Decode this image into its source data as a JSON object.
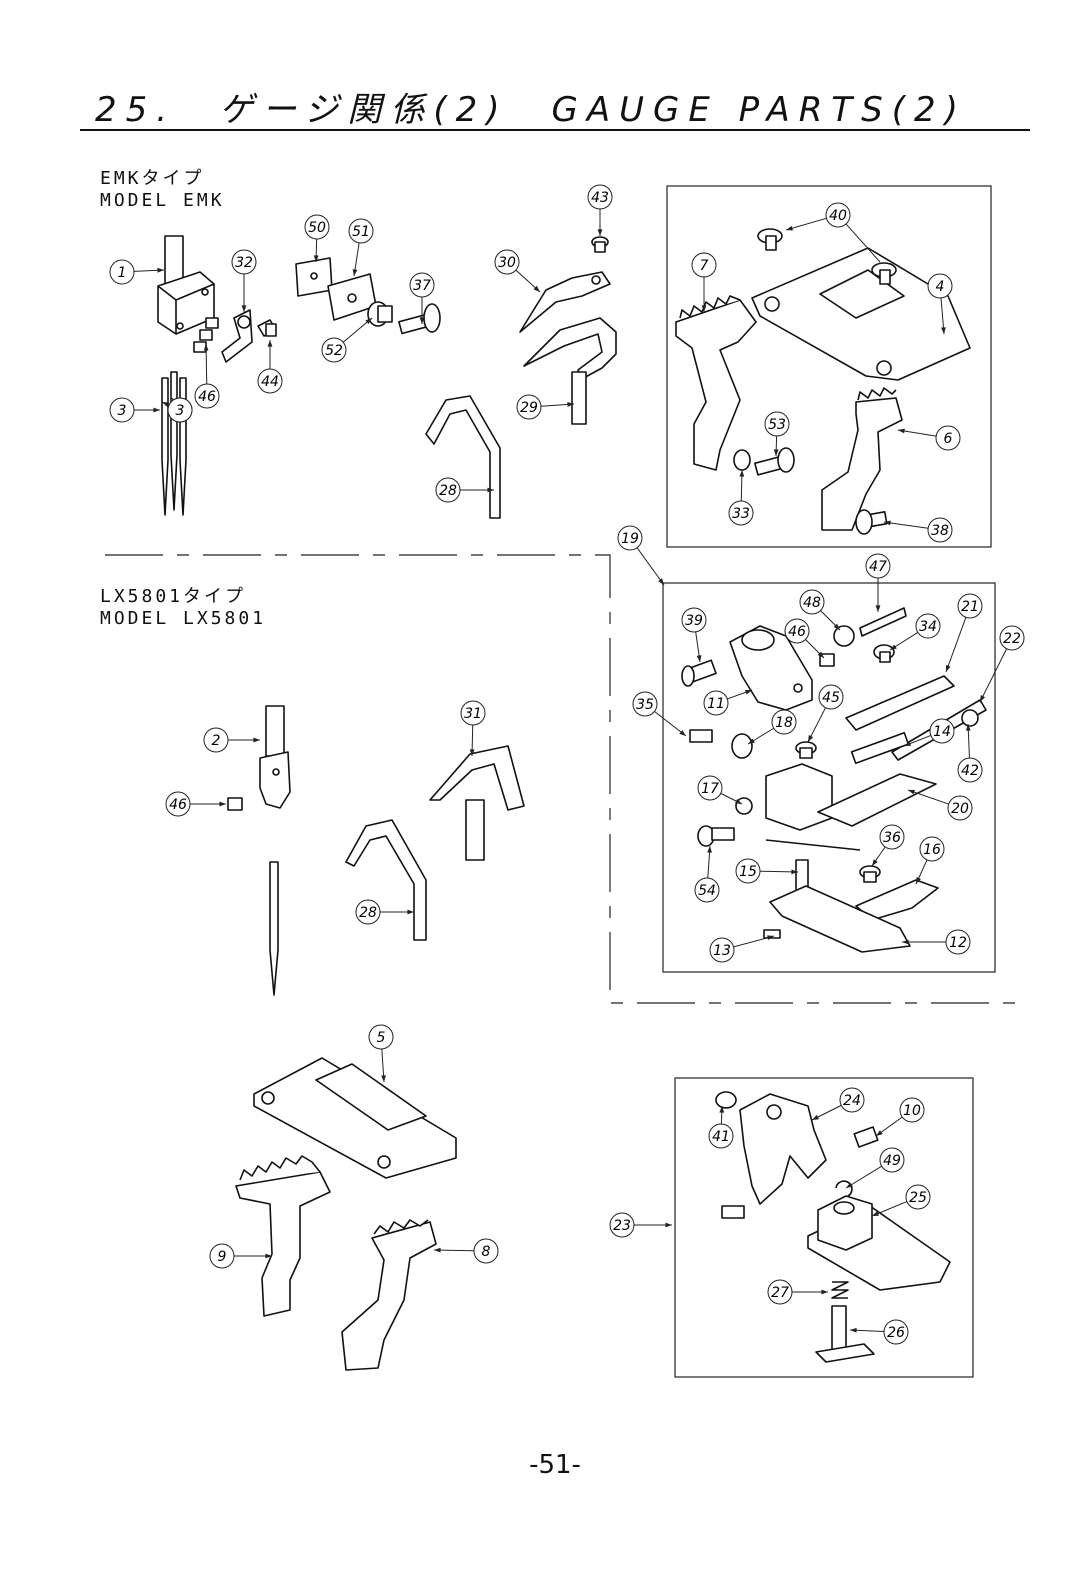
{
  "page": {
    "title": "25.　ゲージ関係(2)　GAUGE PARTS(2)",
    "page_number": "-51-"
  },
  "sections": {
    "emk": {
      "label_jp": "EMKタイプ",
      "label_en": "MODEL EMK"
    },
    "lx5801": {
      "label_jp": "LX5801タイプ",
      "label_en": "MODEL LX5801"
    }
  },
  "part_numbers": [
    "1",
    "2",
    "3",
    "3",
    "3",
    "4",
    "5",
    "6",
    "7",
    "8",
    "9",
    "10",
    "11",
    "12",
    "13",
    "14",
    "15",
    "16",
    "17",
    "18",
    "19",
    "20",
    "21",
    "22",
    "23",
    "24",
    "25",
    "26",
    "27",
    "28",
    "28",
    "29",
    "30",
    "31",
    "32",
    "33",
    "34",
    "35",
    "36",
    "37",
    "38",
    "39",
    "40",
    "41",
    "42",
    "43",
    "44",
    "45",
    "46",
    "46",
    "46",
    "47",
    "48",
    "49",
    "50",
    "51",
    "52",
    "53",
    "54"
  ]
}
